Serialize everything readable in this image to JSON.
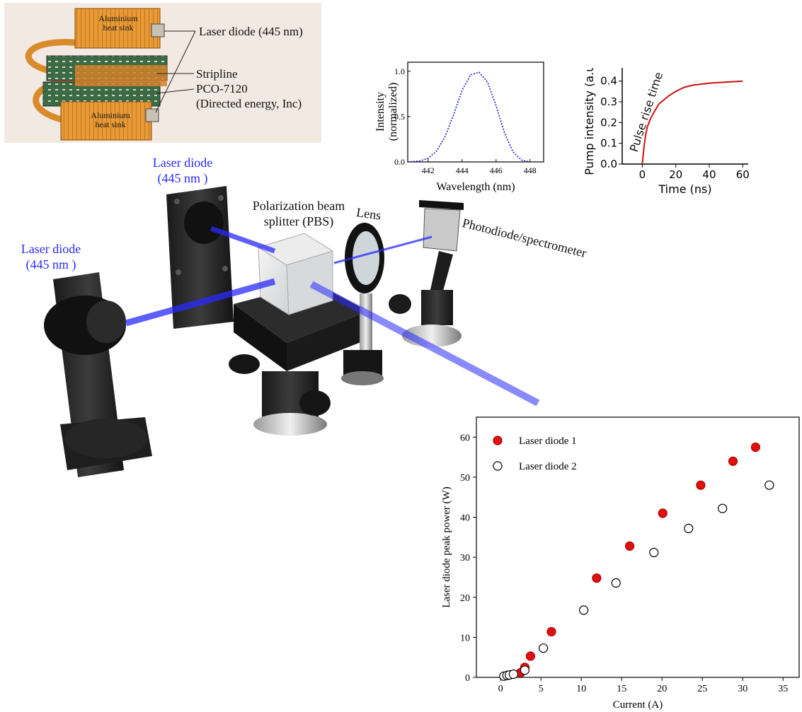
{
  "photo": {
    "heat_sink_top": [
      "Aluminium",
      "heat sink"
    ],
    "heat_sink_bottom": [
      "Aluminium",
      "heat sink"
    ],
    "label_laser_diode": "Laser diode (445 nm)",
    "label_stripline": "Stripline",
    "label_pco": "PCO-7120",
    "label_pco_maker": "(Directed energy, Inc)"
  },
  "setup": {
    "laser_diode_top": [
      "Laser diode",
      "(445 nm )"
    ],
    "laser_diode_left": [
      "Laser diode",
      "(445 nm )"
    ],
    "pbs": [
      "Polarization beam",
      "splitter (PBS)"
    ],
    "lens": "Lens",
    "detector": "Photodiode/spectrometer",
    "beam_color": "#2a2aff"
  },
  "charts": {
    "spectrum": {
      "type": "line",
      "xlabel": "Wavelength (nm)",
      "ylabel": [
        "Intensity",
        "(normalized)"
      ],
      "xticks": [
        "442",
        "444",
        "446",
        "448"
      ],
      "yticks": [
        "0.0",
        "0.5",
        "1.0"
      ],
      "xlim": [
        440.8,
        448.8
      ],
      "ylim": [
        0,
        1.1
      ],
      "color": "#1a1acc",
      "x": [
        440.8,
        441.5,
        442,
        442.5,
        443,
        443.5,
        444,
        444.5,
        445,
        445.5,
        446,
        446.5,
        447,
        447.5,
        448
      ],
      "y": [
        0.0,
        0.01,
        0.04,
        0.12,
        0.28,
        0.52,
        0.79,
        0.96,
        0.99,
        0.88,
        0.62,
        0.32,
        0.11,
        0.02,
        0.0
      ]
    },
    "pump": {
      "type": "line",
      "xlabel": "Time (ns)",
      "ylabel": "Pump intensity (a.u.)",
      "annotation": "Pulse rise time",
      "xticks": [
        "0",
        "20",
        "40",
        "60"
      ],
      "yticks": [
        "0.0",
        "0.1",
        "0.2",
        "0.3",
        "0.4"
      ],
      "xlim": [
        -12,
        62
      ],
      "ylim": [
        0,
        0.45
      ],
      "color": "#cc1111",
      "x": [
        0,
        1,
        2,
        3,
        5,
        7,
        10,
        13,
        16,
        20,
        25,
        30,
        40,
        50,
        60
      ],
      "y": [
        0.0,
        0.08,
        0.14,
        0.18,
        0.22,
        0.25,
        0.29,
        0.31,
        0.33,
        0.35,
        0.37,
        0.38,
        0.39,
        0.395,
        0.4
      ]
    }
  },
  "chart_data": {
    "type": "scatter",
    "xlabel": "Current (A)",
    "ylabel": "Laser diode peak power (W)",
    "xlim": [
      -3,
      37
    ],
    "ylim": [
      0,
      65
    ],
    "xticks": [
      "0",
      "5",
      "10",
      "15",
      "20",
      "25",
      "30",
      "35"
    ],
    "yticks": [
      "0",
      "10",
      "20",
      "30",
      "40",
      "50",
      "60"
    ],
    "legend_position": "top-left",
    "series": [
      {
        "name": "Laser diode 1",
        "color": "#e01010",
        "filled": true,
        "x": [
          2.5,
          3.0,
          3.7,
          6.3,
          11.9,
          16.0,
          20.1,
          24.8,
          28.8,
          31.6
        ],
        "y": [
          1.2,
          2.5,
          5.3,
          11.4,
          24.8,
          32.8,
          41.0,
          48.0,
          54.0,
          57.5
        ]
      },
      {
        "name": "Laser diode 2",
        "color": "#000000",
        "filled": false,
        "x": [
          0.4,
          0.8,
          1.1,
          1.6,
          3.0,
          5.3,
          10.3,
          14.3,
          19.0,
          23.3,
          27.5,
          33.3
        ],
        "y": [
          0.3,
          0.5,
          0.6,
          0.8,
          1.8,
          7.3,
          16.8,
          23.6,
          31.2,
          37.2,
          42.2,
          48.0
        ]
      }
    ]
  }
}
